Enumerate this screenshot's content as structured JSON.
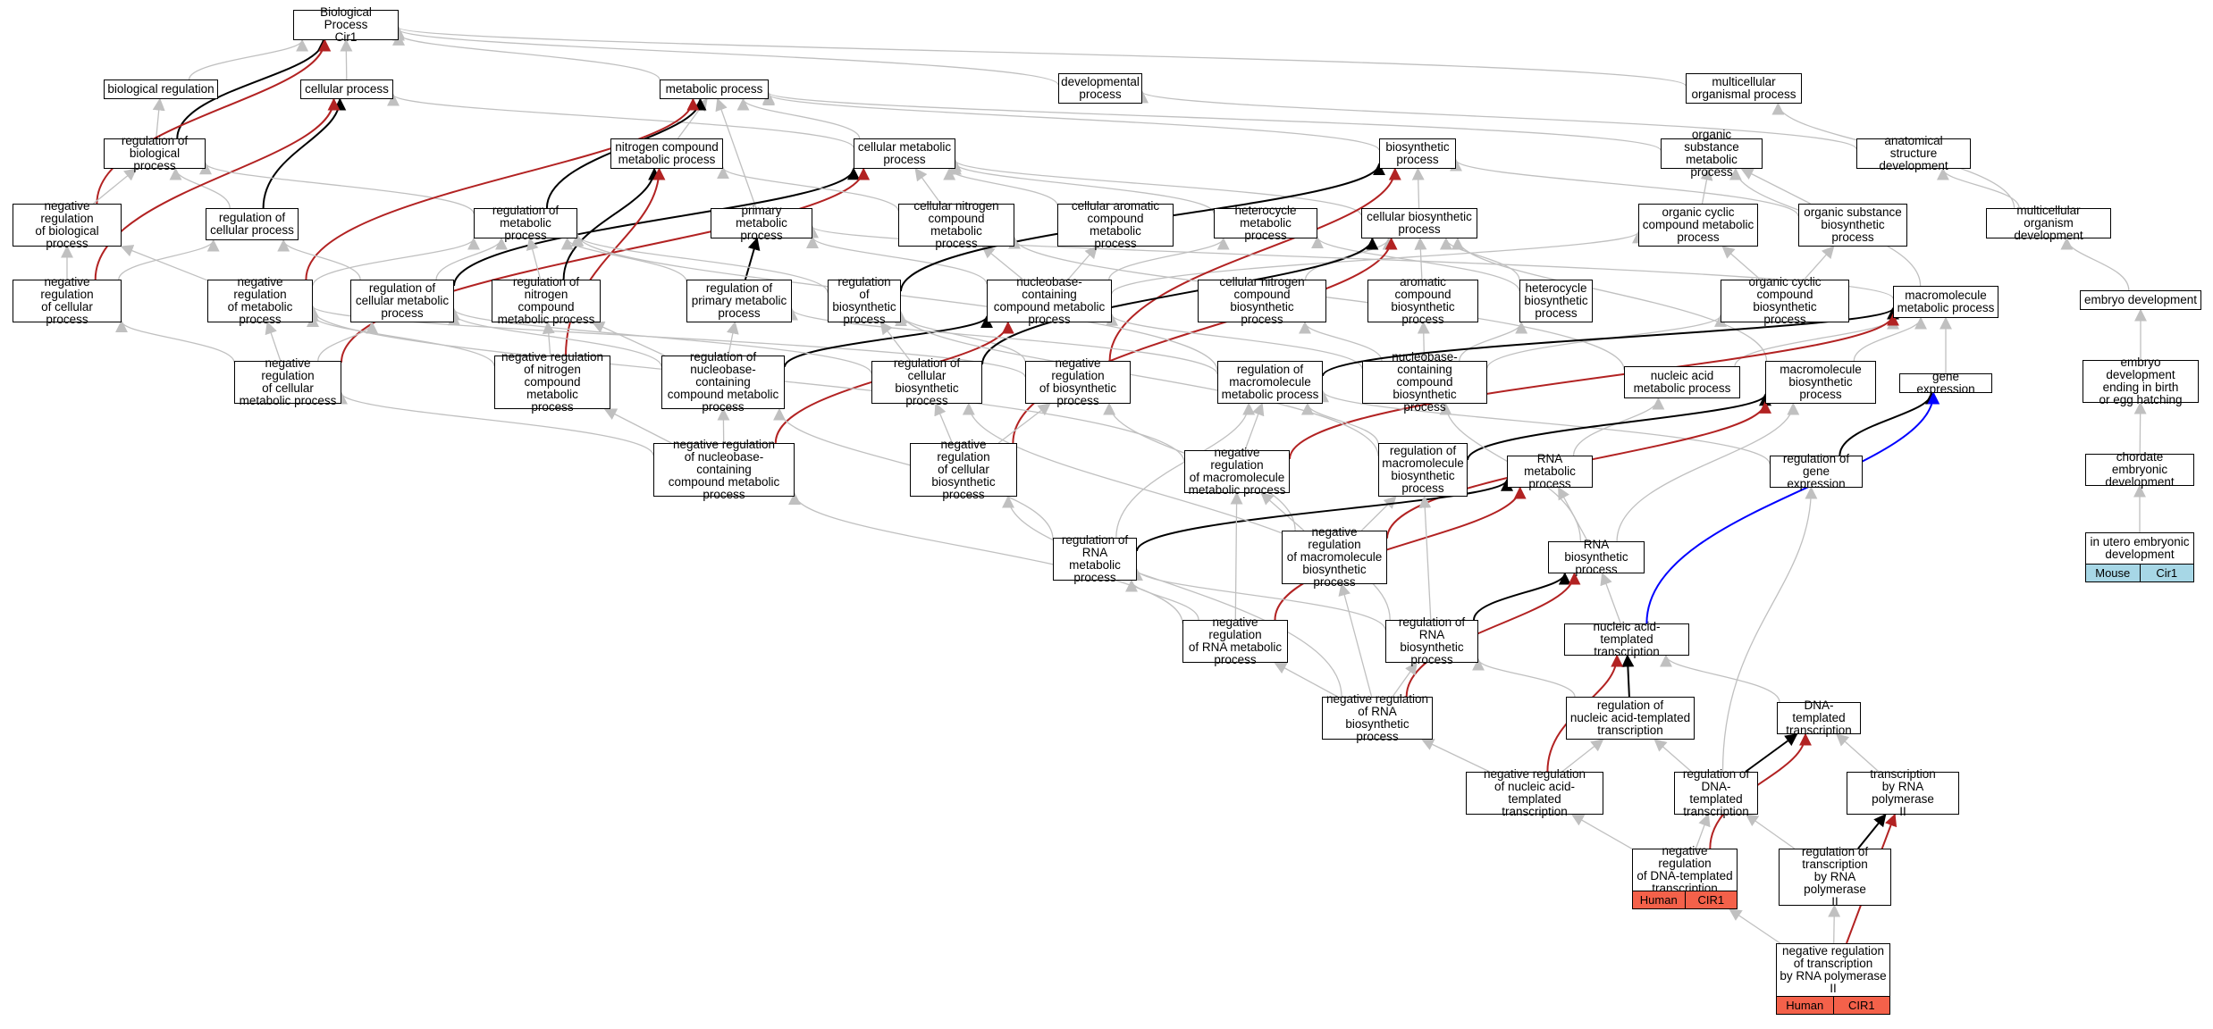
{
  "colors": {
    "gray": "#c0c0c0",
    "black": "#000000",
    "red": "#b22222",
    "blue": "#0000ff",
    "human": "#f4614a",
    "mouse": "#a7d7e6"
  },
  "annotations": {
    "human_species": "Human",
    "human_gene": "CIR1",
    "mouse_species": "Mouse",
    "mouse_gene": "Cir1"
  },
  "nodes": {
    "bp": "Biological Process\nCir1",
    "bioreg": "biological regulation",
    "cellproc": "cellular process",
    "metab": "metabolic process",
    "devproc": "developmental\nprocess",
    "multiproc": "multicellular\norganismal process",
    "regbio": "regulation of\nbiological process",
    "nitro": "nitrogen compound\nmetabolic process",
    "cellmetab": "cellular metabolic\nprocess",
    "biosyn": "biosynthetic\nprocess",
    "orgsub": "organic substance\nmetabolic process",
    "anat": "anatomical structure\ndevelopment",
    "negregbio": "negative regulation\nof biological\nprocess",
    "regcell": "regulation of\ncellular process",
    "regmetab": "regulation of\nmetabolic process",
    "primmetab": "primary metabolic\nprocess",
    "cellnitro": "cellular nitrogen\ncompound metabolic\nprocess",
    "cellarom": "cellular aromatic\ncompound metabolic\nprocess",
    "hetmetab": "heterocycle\nmetabolic process",
    "cellbiosyn": "cellular biosynthetic\nprocess",
    "orgcyc": "organic cyclic\ncompound metabolic\nprocess",
    "orgsubbio": "organic substance\nbiosynthetic\nprocess",
    "multidev": "multicellular\norganism development",
    "negregcell": "negative regulation\nof cellular\nprocess",
    "negregmetab": "negative regulation\nof metabolic\nprocess",
    "regcellmetab": "regulation of\ncellular metabolic\nprocess",
    "regnitro": "regulation of\nnitrogen compound\nmetabolic process",
    "regprim": "regulation of\nprimary metabolic\nprocess",
    "regbiosyn": "regulation of\nbiosynthetic\nprocess",
    "nbcmetab": "nucleobase-containing\ncompound metabolic\nprocess",
    "cnitrobio": "cellular nitrogen\ncompound biosynthetic\nprocess",
    "arombio": "aromatic compound\nbiosynthetic\nprocess",
    "hetbio": "heterocycle\nbiosynthetic\nprocess",
    "orgcycbio": "organic cyclic\ncompound biosynthetic\nprocess",
    "macrometab": "macromolecule\nmetabolic process",
    "embdev": "embryo development",
    "negregcellmetab": "negative regulation\nof cellular\nmetabolic process",
    "negregnitro": "negative regulation\nof nitrogen\ncompound metabolic\nprocess",
    "regnbc": "regulation of\nnucleobase-containing\ncompound metabolic\nprocess",
    "regcellbio": "regulation of\ncellular biosynthetic\nprocess",
    "negregbiosyn": "negative regulation\nof biosynthetic\nprocess",
    "regmacro": "regulation of\nmacromolecule\nmetabolic process",
    "nbcbio": "nucleobase-containing\ncompound biosynthetic\nprocess",
    "nucmetab": "nucleic acid\nmetabolic process",
    "macrobio": "macromolecule\nbiosynthetic\nprocess",
    "geneexp": "gene expression",
    "embbirth": "embryo development\nending in birth\nor egg hatching",
    "negregnbc": "negative regulation\nof nucleobase-containing\ncompound metabolic\nprocess",
    "negregcellbio": "negative regulation\nof cellular\nbiosynthetic\nprocess",
    "negregmacro": "negative regulation\nof macromolecule\nmetabolic process",
    "regmacrobio": "regulation of\nmacromolecule\nbiosynthetic\nprocess",
    "rnametab": "RNA metabolic\nprocess",
    "reggene": "regulation of\ngene expression",
    "chordate": "chordate embryonic\ndevelopment",
    "regrna": "regulation of\nRNA metabolic\nprocess",
    "negregmacrobio": "negative regulation\nof macromolecule\nbiosynthetic\nprocess",
    "rnabio": "RNA biosynthetic\nprocess",
    "inutero": "in utero embryonic\ndevelopment",
    "negregrna": "negative regulation\nof RNA metabolic\nprocess",
    "regrnabio": "regulation of\nRNA biosynthetic\nprocess",
    "natrans": "nucleic acid-templated\ntranscription",
    "negregrnabio": "negative regulation\nof RNA biosynthetic\nprocess",
    "regnatrans": "regulation of\nnucleic acid-templated\ntranscription",
    "dnatrans": "DNA-templated\ntranscription",
    "negregnatrans": "negative regulation\nof nucleic acid-templated\ntranscription",
    "regdna": "regulation of\nDNA-templated\ntranscription",
    "rnapol2": "transcription\nby RNA polymerase\nII",
    "regpol2": "regulation of\ntranscription\nby RNA polymerase\nII",
    "negregdna": "negative regulation\nof DNA-templated\ntranscription",
    "negregpol2": "negative regulation\nof transcription\nby RNA polymerase\nII"
  },
  "edges": [
    [
      "bioreg",
      "bp",
      "g"
    ],
    [
      "cellproc",
      "bp",
      "g"
    ],
    [
      "metab",
      "bp",
      "g"
    ],
    [
      "devproc",
      "bp",
      "g"
    ],
    [
      "multiproc",
      "bp",
      "g"
    ],
    [
      "regbio",
      "bp",
      "k"
    ],
    [
      "regbio",
      "bioreg",
      "g"
    ],
    [
      "negregbio",
      "bp",
      "r"
    ],
    [
      "negregbio",
      "regbio",
      "g"
    ],
    [
      "regcell",
      "cellproc",
      "k"
    ],
    [
      "regcell",
      "regbio",
      "g"
    ],
    [
      "negregcell",
      "regcell",
      "g"
    ],
    [
      "negregcell",
      "negregbio",
      "g"
    ],
    [
      "negregcell",
      "cellproc",
      "r"
    ],
    [
      "nitro",
      "metab",
      "g"
    ],
    [
      "cellmetab",
      "metab",
      "g"
    ],
    [
      "cellmetab",
      "cellproc",
      "g"
    ],
    [
      "biosyn",
      "metab",
      "g"
    ],
    [
      "orgsub",
      "metab",
      "g"
    ],
    [
      "primmetab",
      "metab",
      "g"
    ],
    [
      "regmetab",
      "metab",
      "k"
    ],
    [
      "regmetab",
      "regbio",
      "g"
    ],
    [
      "negregmetab",
      "metab",
      "r"
    ],
    [
      "negregmetab",
      "regmetab",
      "g"
    ],
    [
      "negregmetab",
      "negregbio",
      "g"
    ],
    [
      "regcellmetab",
      "cellmetab",
      "k"
    ],
    [
      "regcellmetab",
      "regmetab",
      "g"
    ],
    [
      "regcellmetab",
      "regcell",
      "g"
    ],
    [
      "negregcellmetab",
      "cellmetab",
      "r"
    ],
    [
      "negregcellmetab",
      "negregmetab",
      "g"
    ],
    [
      "negregcellmetab",
      "regcellmetab",
      "g"
    ],
    [
      "negregcellmetab",
      "negregcell",
      "g"
    ],
    [
      "regnitro",
      "nitro",
      "k"
    ],
    [
      "regnitro",
      "regmetab",
      "g"
    ],
    [
      "negregnitro",
      "nitro",
      "r"
    ],
    [
      "negregnitro",
      "regnitro",
      "g"
    ],
    [
      "negregnitro",
      "negregmetab",
      "g"
    ],
    [
      "regprim",
      "primmetab",
      "k"
    ],
    [
      "regprim",
      "regmetab",
      "g"
    ],
    [
      "cellnitro",
      "nitro",
      "g"
    ],
    [
      "cellnitro",
      "cellmetab",
      "g"
    ],
    [
      "cellarom",
      "cellmetab",
      "g"
    ],
    [
      "hetmetab",
      "cellmetab",
      "g"
    ],
    [
      "cellbiosyn",
      "cellmetab",
      "g"
    ],
    [
      "cellbiosyn",
      "biosyn",
      "g"
    ],
    [
      "orgcyc",
      "orgsub",
      "g"
    ],
    [
      "orgsubbio",
      "orgsub",
      "g"
    ],
    [
      "orgsubbio",
      "biosyn",
      "g"
    ],
    [
      "anat",
      "devproc",
      "g"
    ],
    [
      "multidev",
      "anat",
      "g"
    ],
    [
      "multidev",
      "multiproc",
      "g"
    ],
    [
      "nbcmetab",
      "cellnitro",
      "g"
    ],
    [
      "nbcmetab",
      "cellarom",
      "g"
    ],
    [
      "nbcmetab",
      "hetmetab",
      "g"
    ],
    [
      "nbcmetab",
      "orgcyc",
      "g"
    ],
    [
      "nbcmetab",
      "primmetab",
      "g"
    ],
    [
      "cnitrobio",
      "cellbiosyn",
      "g"
    ],
    [
      "arombio",
      "cellbiosyn",
      "g"
    ],
    [
      "hetbio",
      "cellbiosyn",
      "g"
    ],
    [
      "hetbio",
      "hetmetab",
      "g"
    ],
    [
      "orgcycbio",
      "orgcyc",
      "g"
    ],
    [
      "orgcycbio",
      "orgsubbio",
      "g"
    ],
    [
      "regbiosyn",
      "biosyn",
      "k"
    ],
    [
      "regbiosyn",
      "regmetab",
      "g"
    ],
    [
      "negregbiosyn",
      "biosyn",
      "r"
    ],
    [
      "negregbiosyn",
      "regbiosyn",
      "g"
    ],
    [
      "negregbiosyn",
      "negregmetab",
      "g"
    ],
    [
      "regnbc",
      "nbcmetab",
      "k"
    ],
    [
      "regnbc",
      "regprim",
      "g"
    ],
    [
      "regnbc",
      "regcellmetab",
      "g"
    ],
    [
      "regnbc",
      "regnitro",
      "g"
    ],
    [
      "negregnbc",
      "nbcmetab",
      "r"
    ],
    [
      "negregnbc",
      "regnbc",
      "g"
    ],
    [
      "negregnbc",
      "negregcellmetab",
      "g"
    ],
    [
      "negregnbc",
      "negregnitro",
      "g"
    ],
    [
      "regcellbio",
      "cellbiosyn",
      "k"
    ],
    [
      "regcellbio",
      "regbiosyn",
      "g"
    ],
    [
      "regcellbio",
      "regcellmetab",
      "g"
    ],
    [
      "negregcellbio",
      "cellbiosyn",
      "r"
    ],
    [
      "negregcellbio",
      "regcellbio",
      "g"
    ],
    [
      "negregcellbio",
      "negregbiosyn",
      "g"
    ],
    [
      "macrometab",
      "orgsub",
      "g"
    ],
    [
      "macrometab",
      "primmetab",
      "g"
    ],
    [
      "macrobio",
      "macrometab",
      "g"
    ],
    [
      "macrobio",
      "cellbiosyn",
      "g"
    ],
    [
      "nucmetab",
      "macrometab",
      "g"
    ],
    [
      "nucmetab",
      "cellnitro",
      "g"
    ],
    [
      "nbcbio",
      "nbcmetab",
      "g"
    ],
    [
      "nbcbio",
      "hetbio",
      "g"
    ],
    [
      "nbcbio",
      "arombio",
      "g"
    ],
    [
      "nbcbio",
      "cnitrobio",
      "g"
    ],
    [
      "nbcbio",
      "orgcycbio",
      "g"
    ],
    [
      "regmacro",
      "macrometab",
      "k"
    ],
    [
      "regmacro",
      "regprim",
      "g"
    ],
    [
      "regmacro",
      "regmetab",
      "g"
    ],
    [
      "negregmacro",
      "macrometab",
      "r"
    ],
    [
      "negregmacro",
      "regmacro",
      "g"
    ],
    [
      "negregmacro",
      "negregmetab",
      "g"
    ],
    [
      "geneexp",
      "macrometab",
      "g"
    ],
    [
      "reggene",
      "geneexp",
      "k"
    ],
    [
      "reggene",
      "regmacro",
      "g"
    ],
    [
      "rnametab",
      "nucmetab",
      "g"
    ],
    [
      "regmacrobio",
      "macrobio",
      "k"
    ],
    [
      "regmacrobio",
      "regmacro",
      "g"
    ],
    [
      "regmacrobio",
      "regbiosyn",
      "g"
    ],
    [
      "negregmacrobio",
      "macrobio",
      "r"
    ],
    [
      "negregmacrobio",
      "regmacrobio",
      "g"
    ],
    [
      "negregmacrobio",
      "negregbiosyn",
      "g"
    ],
    [
      "negregmacrobio",
      "negregmacro",
      "g"
    ],
    [
      "regrna",
      "rnametab",
      "k"
    ],
    [
      "regrna",
      "regnbc",
      "g"
    ],
    [
      "regrna",
      "regmacro",
      "g"
    ],
    [
      "negregrna",
      "rnametab",
      "r"
    ],
    [
      "negregrna",
      "regrna",
      "g"
    ],
    [
      "negregrna",
      "negregmacro",
      "g"
    ],
    [
      "negregrna",
      "negregnbc",
      "g"
    ],
    [
      "rnabio",
      "rnametab",
      "g"
    ],
    [
      "rnabio",
      "nbcbio",
      "g"
    ],
    [
      "rnabio",
      "macrobio",
      "g"
    ],
    [
      "regrnabio",
      "rnabio",
      "k"
    ],
    [
      "regrnabio",
      "regrna",
      "g"
    ],
    [
      "regrnabio",
      "regmacrobio",
      "g"
    ],
    [
      "regrnabio",
      "regcellbio",
      "g"
    ],
    [
      "negregrnabio",
      "rnabio",
      "r"
    ],
    [
      "negregrnabio",
      "regrnabio",
      "g"
    ],
    [
      "negregrnabio",
      "negregrna",
      "g"
    ],
    [
      "negregrnabio",
      "negregcellbio",
      "g"
    ],
    [
      "negregrnabio",
      "negregmacrobio",
      "g"
    ],
    [
      "natrans",
      "rnabio",
      "g"
    ],
    [
      "natrans",
      "geneexp",
      "b"
    ],
    [
      "regnatrans",
      "natrans",
      "k"
    ],
    [
      "regnatrans",
      "regrnabio",
      "g"
    ],
    [
      "negregnatrans",
      "natrans",
      "r"
    ],
    [
      "negregnatrans",
      "regnatrans",
      "g"
    ],
    [
      "negregnatrans",
      "negregrnabio",
      "g"
    ],
    [
      "dnatrans",
      "natrans",
      "g"
    ],
    [
      "regdna",
      "dnatrans",
      "k"
    ],
    [
      "regdna",
      "regnatrans",
      "g"
    ],
    [
      "regdna",
      "reggene",
      "g"
    ],
    [
      "negregdna",
      "dnatrans",
      "r"
    ],
    [
      "negregdna",
      "regdna",
      "g"
    ],
    [
      "negregdna",
      "negregnatrans",
      "g"
    ],
    [
      "rnapol2",
      "dnatrans",
      "g"
    ],
    [
      "regpol2",
      "rnapol2",
      "k"
    ],
    [
      "regpol2",
      "regdna",
      "g"
    ],
    [
      "negregpol2",
      "rnapol2",
      "r"
    ],
    [
      "negregpol2",
      "regpol2",
      "g"
    ],
    [
      "negregpol2",
      "negregdna",
      "g"
    ],
    [
      "embbirth",
      "embdev",
      "g"
    ],
    [
      "chordate",
      "embbirth",
      "g"
    ],
    [
      "inutero",
      "chordate",
      "g"
    ],
    [
      "embdev",
      "multidev",
      "g"
    ]
  ]
}
